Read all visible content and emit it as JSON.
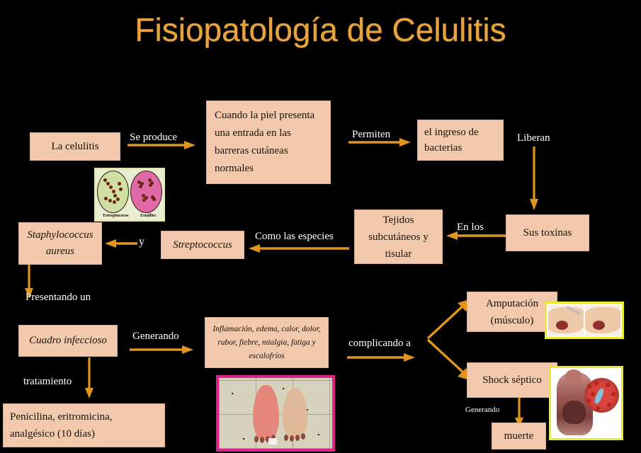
{
  "title": "Fisiopatología de Celulitis",
  "colors": {
    "background": "#000000",
    "title": "#E8A33D",
    "box_fill": "#F2C9AC",
    "box_text": "#1A1208",
    "arrow": "#E0951F",
    "label_text": "#FFFFFF",
    "frame_yellow": "#EDE92F",
    "frame_magenta": "#E0218A"
  },
  "boxes": {
    "la_celulitis": "La celulitis",
    "cuando_la_piel": "Cuando la piel presenta una entrada en las barreras cutáneas normales",
    "ingreso_bacterias": "el ingreso de bacterias",
    "sus_toxinas": "Sus toxinas",
    "tejidos": "Tejidos subcutáneos y tisular",
    "streptococcus": "Streptococcus",
    "staphylococcus": "Staphylococcus aureus",
    "cuadro_infeccioso": "Cuadro infeccioso",
    "sintomas": "Inflamación, edema, calor, dolor, rubor, fiebre, mialgia, fatiga y escalofríos",
    "tratamiento_farmacos": "Penicilina, eritromicina, analgésico (10 días)",
    "amputacion": "Amputación (músculo)",
    "shock_septico": "Shock séptico",
    "muerte": "muerte"
  },
  "connector_labels": {
    "se_produce": "Se produce",
    "permiten": "Permiten",
    "liberan": "Liberan",
    "en_los": "En los",
    "como_las_especies": "Como las especies",
    "y": "y",
    "presentando_un": "Presentando un",
    "generando": "Generando",
    "tratamiento": "tratamiento",
    "complicando_a": "complicando a",
    "generando_muerte": "Generando"
  },
  "images": {
    "bacteria_plates": {
      "name": "bacteria-culture-plates-image",
      "caption_left": "Estreptococos",
      "caption_right": "Estafiloc"
    },
    "feet_photo": {
      "name": "swollen-foot-photo"
    },
    "amputation_photo": {
      "name": "toe-amputation-photo"
    },
    "sepsis_photo": {
      "name": "septic-shock-anatomy-photo"
    }
  }
}
